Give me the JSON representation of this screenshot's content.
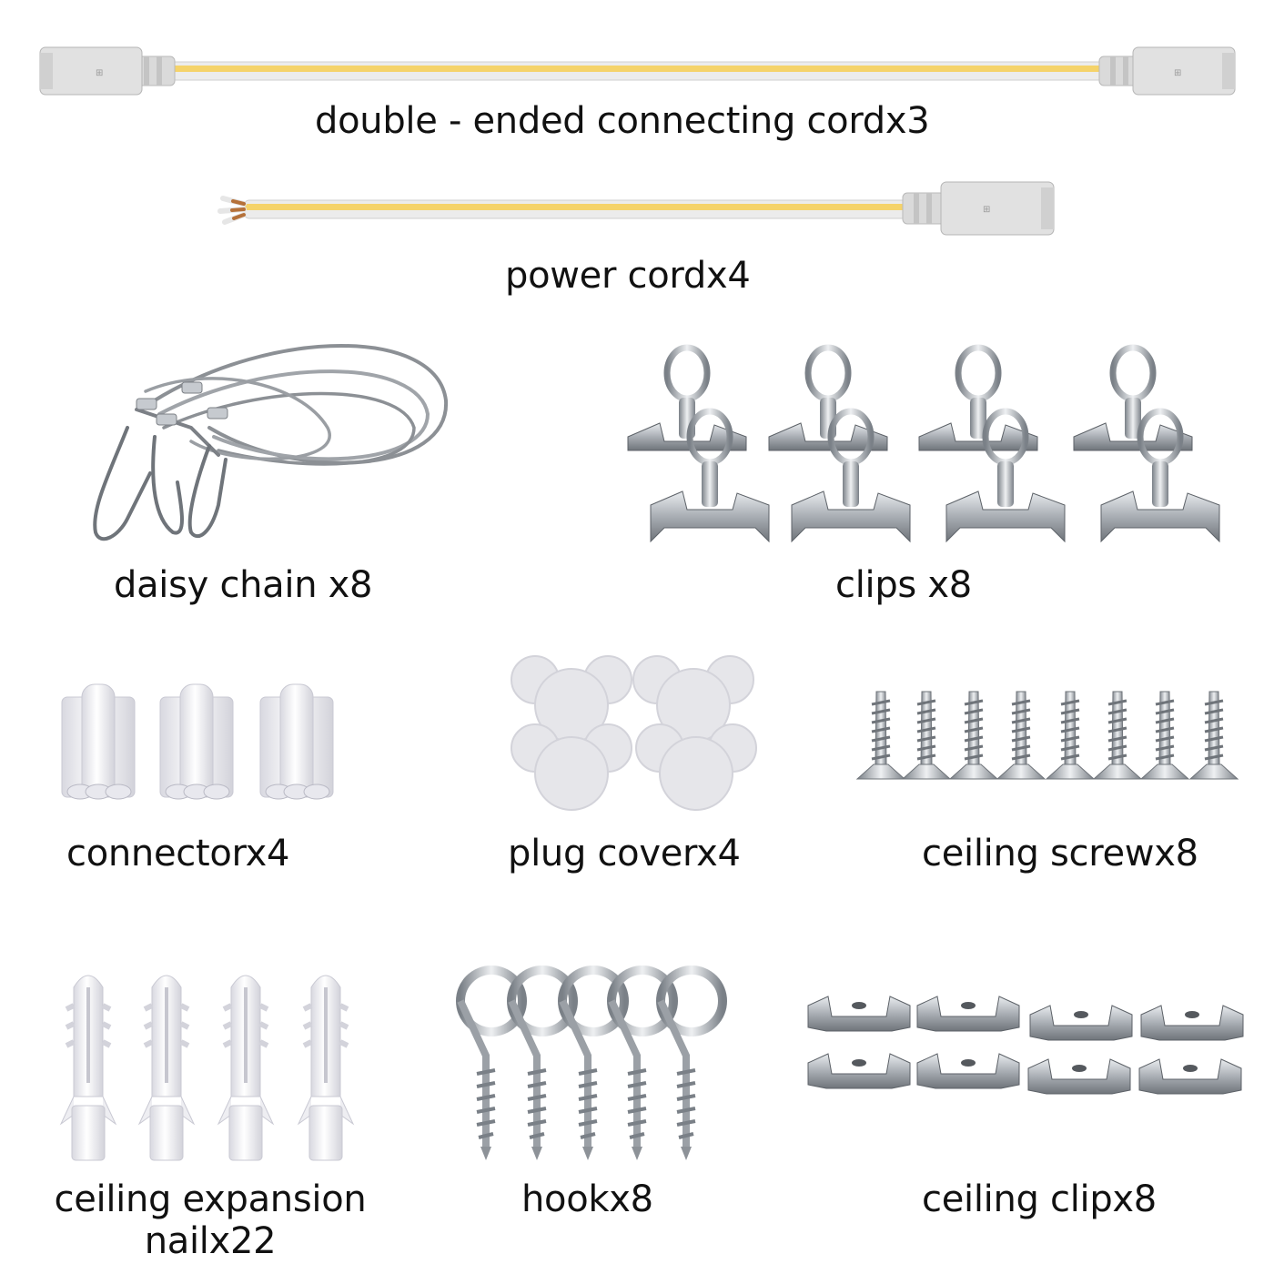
{
  "labels": {
    "double_cord": "double - ended connecting cordx3",
    "power_cord": "power cordx4",
    "daisy_chain": "daisy chain x8",
    "clips": "clips x8",
    "connector": "connectorx4",
    "plug_cover": "plug coverx4",
    "ceiling_screw": "ceiling screwx8",
    "expansion_nail_line1": "ceiling expansion",
    "expansion_nail_line2": "nailx22",
    "hook": "hookx8",
    "ceiling_clip": "ceiling clipx8"
  },
  "colors": {
    "cord_white": "#f4f4f4",
    "cord_yellow": "#f5d36a",
    "connector_gray": "#dcdcdc",
    "metal": "#b8bcc2",
    "metal_dark": "#6f747a",
    "plastic_white": "#f1f1f4",
    "cover_translucent": "#e6e6ea"
  }
}
